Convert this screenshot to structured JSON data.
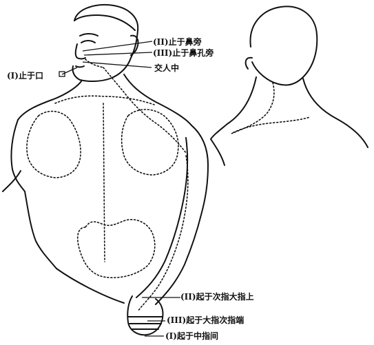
{
  "labels": {
    "mouth": "(I)止于口",
    "nose_side": "(II)止于鼻旁",
    "nostril": "(III)止于鼻孔旁",
    "philtrum": "交人中",
    "index_finger": "(II)起于次指大指上",
    "thumb_finger_tip": "(III)起于大指次指端",
    "middle_finger": "(I)起于中指间"
  },
  "colors": {
    "ink": "#111111",
    "paper": "#ffffff"
  }
}
